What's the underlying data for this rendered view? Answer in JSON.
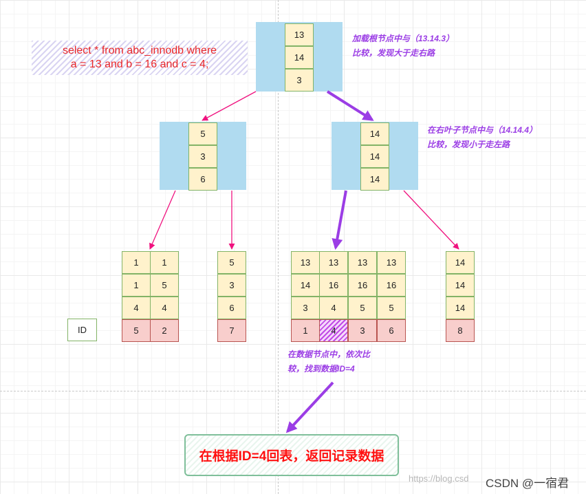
{
  "sql": {
    "line1": "select * from abc_innodb where",
    "line2": "a = 13 and b = 16 and c = 4;"
  },
  "root_node": {
    "values": [
      "13",
      "14",
      "3"
    ]
  },
  "left_internal": {
    "values": [
      "5",
      "3",
      "6"
    ]
  },
  "right_internal": {
    "values": [
      "14",
      "14",
      "14"
    ]
  },
  "leaves": [
    {
      "columns": [
        [
          "1",
          "1",
          "4",
          "5"
        ],
        [
          "1",
          "5",
          "4",
          "2"
        ]
      ]
    },
    {
      "columns": [
        [
          "5",
          "3",
          "6",
          "7"
        ]
      ]
    },
    {
      "columns": [
        [
          "13",
          "14",
          "3",
          "1"
        ],
        [
          "13",
          "16",
          "4",
          "4"
        ],
        [
          "13",
          "16",
          "5",
          "3"
        ],
        [
          "13",
          "16",
          "5",
          "6"
        ]
      ]
    },
    {
      "columns": [
        [
          "14",
          "14",
          "14",
          "8"
        ]
      ]
    }
  ],
  "id_label": "ID",
  "notes": {
    "root_line1": "加载根节点中与（13.14.3）",
    "root_line2": "比较，发现大于走右路",
    "right_line1": "在右叶子节点中与（14.14.4）",
    "right_line2": "比较，发现小于走左路",
    "data_line1": "在数据节点中，依次比",
    "data_line2": "较，找到数据ID=4"
  },
  "final_box": "在根据ID=4回表，返回记录数据",
  "watermark": {
    "url": "https://blog.csd",
    "brand": "CSDN @一宿君"
  },
  "colors": {
    "index_blue": "#b0dbf0",
    "key_yellow": "#fff2cc",
    "id_pink": "#f8cecc",
    "arrow_pink": "#f0127f",
    "arrow_purple": "#9b3de5",
    "note_purple": "#9b3de5",
    "sql_red": "#e8262a",
    "final_red": "#ff1010"
  }
}
